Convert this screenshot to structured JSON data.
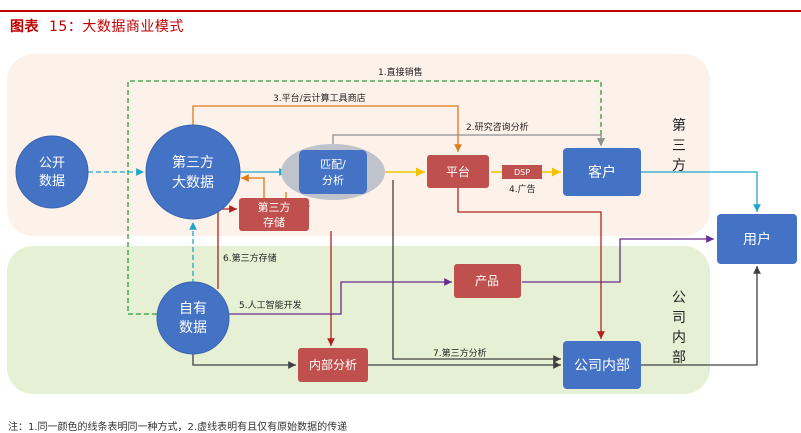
{
  "header": {
    "label": "图表",
    "number": "15：大数据商业模式"
  },
  "regions": {
    "third_party": "第三方",
    "company_internal": "公司内部"
  },
  "nodes": {
    "public_data": [
      "公开",
      "数据"
    ],
    "third_party_big_data": [
      "第三方",
      "大数据"
    ],
    "match_analysis": [
      "匹配/",
      "分析"
    ],
    "platform": "平台",
    "dsp": "DSP",
    "customer": "客户",
    "user": "用户",
    "third_party_storage": [
      "第三方",
      "存储"
    ],
    "own_data": [
      "自有",
      "数据"
    ],
    "product": "产品",
    "internal_analysis": "内部分析",
    "company_internal": "公司内部"
  },
  "edges": {
    "direct_sales": "1.直接销售",
    "consulting": "2.研究咨询分析",
    "platform_store": "3.平台/云计算工具商店",
    "advertising": "4.广告",
    "ai_dev": "5.人工智能开发",
    "third_storage": "6.第三方存储",
    "third_analysis": "7.第三方分析"
  },
  "footnote": "注：1.同一颜色的线条表明同一种方式，2.虚线表明有且仅有原始数据的传递",
  "colors": {
    "green": "#2e9e3a",
    "orange": "#e07b1a",
    "gray": "#909090",
    "red": "#b22222",
    "cyan": "#1ea6c9",
    "purple": "#6a2c91",
    "dark": "#404040",
    "yellow": "#f2c200",
    "blue_node": "#4472c4",
    "red_node": "#c0504d"
  }
}
